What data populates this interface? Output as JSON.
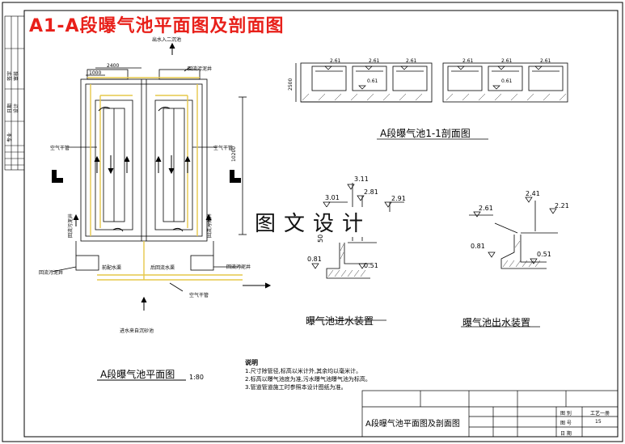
{
  "title": "A1-A段曝气池平面图及剖面图",
  "watermark": "图文设计",
  "plan": {
    "caption": "A段曝气池平面图",
    "scale": "1:80",
    "dim_top": "2400",
    "dim_small": "1000",
    "dim_right": "10200",
    "labels": {
      "outlet_to_second": "出水入二沉池",
      "return_sludge_top": "回流污泥井",
      "air_main_left": "空气干管",
      "air_main_right": "空气干管",
      "air_main_bottom": "空气干管",
      "pump_left": "回流污泥井",
      "pump_right": "回流污泥井",
      "sludge_left": "回流污泥井",
      "sludge_right": "回流污泥井",
      "front_drain": "前配水渠",
      "back_drain": "后回流水渠",
      "inlet": "进水来自沉砂池"
    }
  },
  "section": {
    "caption": "A段曝气池1-1剖面图",
    "dim_height": "2500",
    "levels": [
      "2.61",
      "2.61",
      "2.61",
      "0.61",
      "2.61",
      "2.61",
      "2.61",
      "0.61"
    ]
  },
  "inlet_device": {
    "caption": "曝气池进水装置",
    "levels": [
      "3.11",
      "2.81",
      "3.01",
      "2.91",
      "0.81",
      "0.51"
    ],
    "dim": "50"
  },
  "outlet_device": {
    "caption": "曝气池出水装置",
    "levels": [
      "2.41",
      "2.61",
      "2.21",
      "0.81",
      "0.51"
    ]
  },
  "notes": {
    "heading": "说明",
    "items": [
      "1.尺寸除管径,标高以米计外,其余均以毫米计。",
      "2.标高以曝气池底为准,污水曝气池曝气池为标高。",
      "3.管道管道施工时参照本设计图纸为准。"
    ]
  },
  "title_block": {
    "drawing_name": "A段曝气池平面图及剖面图",
    "row1_label": "图 别",
    "row1_value": "工艺一册",
    "row2_label": "图 号",
    "row2_value": "15",
    "row3_label": "日 期",
    "row3_value": ""
  },
  "side_panel": {
    "labels": [
      "签字",
      "日期",
      "专业",
      "审核",
      "设计"
    ]
  },
  "colors": {
    "title": "#e8201a",
    "pipe_yellow": "#e6c84a",
    "line": "#000000"
  }
}
